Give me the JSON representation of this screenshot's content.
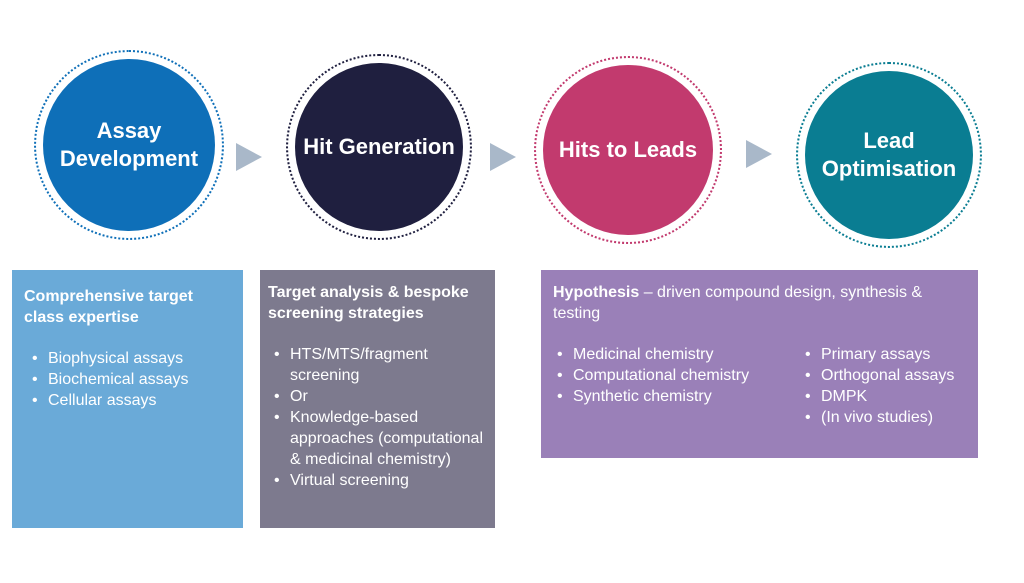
{
  "stages": [
    {
      "label_1": "Assay",
      "label_2": "Development",
      "fill": "#0e6fb8",
      "ring": "#0e6fb8"
    },
    {
      "label_1": "Hit Generation",
      "label_2": "",
      "fill": "#1f1f3f",
      "ring": "#1f1f3f"
    },
    {
      "label_1": "Hits to Leads",
      "label_2": "",
      "fill": "#c23a6e",
      "ring": "#c23a6e"
    },
    {
      "label_1": "Lead",
      "label_2": "Optimisation",
      "fill": "#0a7d92",
      "ring": "#0a7d92"
    }
  ],
  "boxes": {
    "assay": {
      "head": "Comprehensive target class expertise",
      "items": [
        "Biophysical assays",
        "Biochemical assays",
        "Cellular assays"
      ],
      "color": "#6aaad8"
    },
    "hit": {
      "head": "Target analysis & bespoke screening strategies",
      "items": [
        "HTS/MTS/fragment screening",
        "Or",
        "Knowledge-based approaches (computational & medicinal chemistry)",
        "Virtual screening"
      ],
      "color": "#7d7a8e"
    },
    "lead": {
      "head_bold": "Hypothesis",
      "head_rest": " – driven compound design, synthesis & testing",
      "items_left": [
        "Medicinal chemistry",
        "Computational chemistry",
        "Synthetic chemistry"
      ],
      "items_right": [
        "Primary assays",
        "Orthogonal assays",
        "DMPK",
        "(In vivo studies)"
      ],
      "color": "#9a80b8"
    }
  }
}
